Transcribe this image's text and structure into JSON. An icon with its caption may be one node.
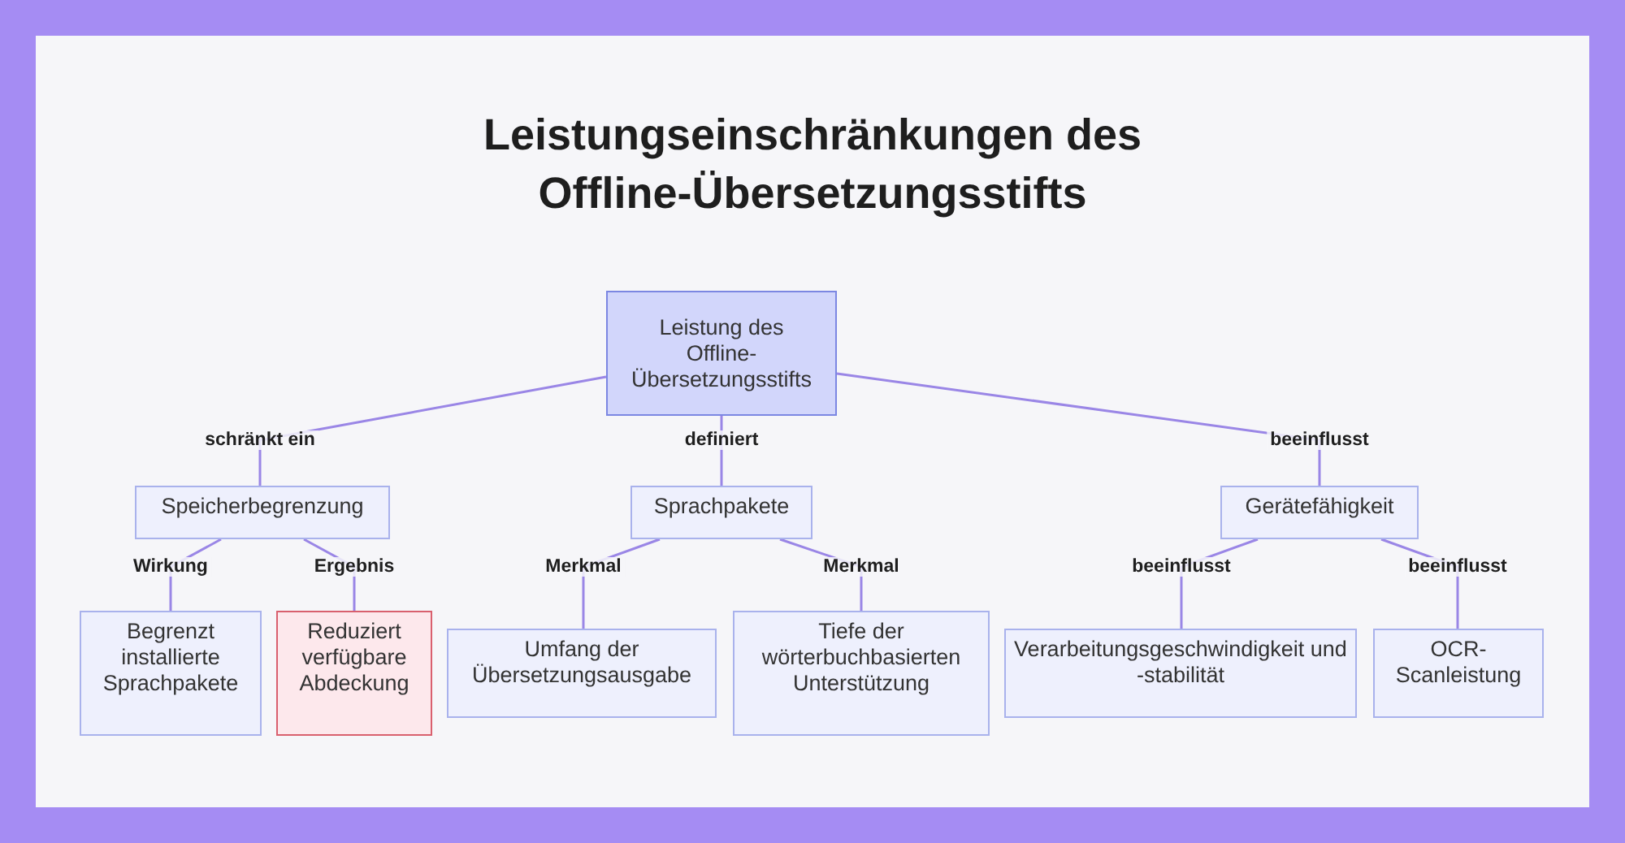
{
  "diagram": {
    "title": "Leistungseinschränkungen des Offline-Übersetzungsstifts",
    "nodes": [
      {
        "text": [
          "Leistung des Offline-Übersetzungsstifts"
        ]
      },
      {
        "text": [
          "Speicherbegrenzung"
        ]
      },
      {
        "text": [
          "Sprachpakete"
        ]
      },
      {
        "text": [
          "Gerätefähigkeit"
        ]
      },
      {
        "text": [
          "Begrenzt installierte Sprachpakete"
        ]
      },
      {
        "text": [
          "Reduziert verfügbare Abdeckung"
        ]
      },
      {
        "text": [
          "Umfang der Übersetzungsausgabe"
        ]
      },
      {
        "text": [
          "Tiefe der wörterbuchbasierten Unterstützung"
        ]
      },
      {
        "text": [
          "Verarbeitungsgeschwindigkeit und -stabilität"
        ]
      },
      {
        "text": [
          "OCR-Scanleistung"
        ]
      }
    ],
    "edges": [
      {
        "from": 0,
        "to": 1,
        "arrow": "none",
        "label": "schränkt ein"
      },
      {
        "from": 0,
        "to": 2,
        "arrow": "none",
        "label": "definiert"
      },
      {
        "from": 0,
        "to": 3,
        "arrow": "none",
        "label": "beeinflusst"
      },
      {
        "from": 1,
        "to": 4,
        "arrow": "none",
        "label": "Wirkung"
      },
      {
        "from": 1,
        "to": 5,
        "arrow": "none",
        "label": "Ergebnis"
      },
      {
        "from": 2,
        "to": 6,
        "arrow": "none",
        "label": "Merkmal"
      },
      {
        "from": 2,
        "to": 7,
        "arrow": "none",
        "label": "Merkmal"
      },
      {
        "from": 3,
        "to": 8,
        "arrow": "none",
        "label": "beeinflusst"
      },
      {
        "from": 3,
        "to": 9,
        "arrow": "none",
        "label": "beeinflusst"
      }
    ]
  }
}
